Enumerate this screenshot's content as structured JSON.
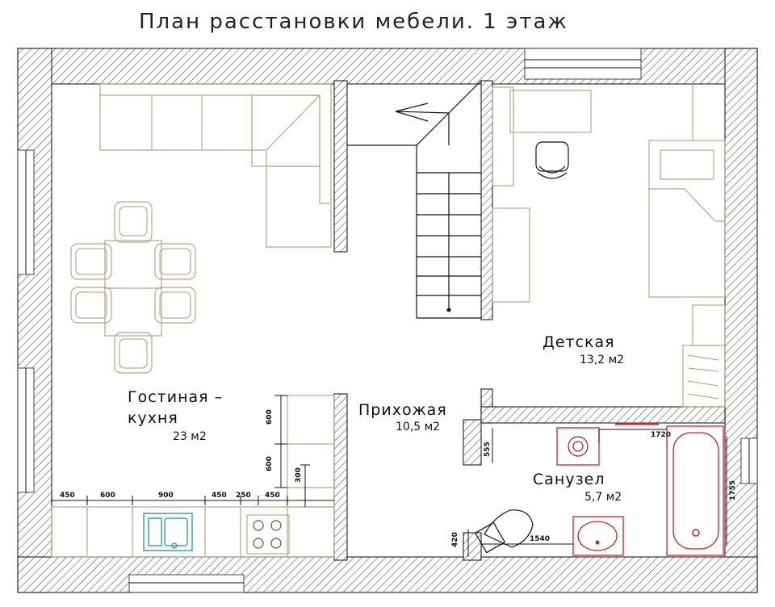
{
  "title": "План расстановки мебели. 1 этаж",
  "rooms": {
    "living": {
      "name_line1": "Гостиная –",
      "name_line2": "кухня",
      "area": "23 м2"
    },
    "hall": {
      "name": "Прихожая",
      "area": "10,5 м2"
    },
    "kids": {
      "name": "Детская",
      "area": "13,2 м2"
    },
    "bath": {
      "name": "Санузел",
      "area": "5,7 м2"
    }
  },
  "dimensions": {
    "kitchen_run": [
      "450",
      "600",
      "900",
      "450",
      "250",
      "450"
    ],
    "cabinet_v1": "600",
    "cabinet_v2": "600",
    "cabinet_v3": "300",
    "bath_top": "1720",
    "bath_side": "1755",
    "bath_left": "555",
    "bath_bottom": "1540",
    "bath_low": "420"
  },
  "colors": {
    "furniture": "#b3a684",
    "plumbing": "#c8242a",
    "sink": "#3fa6a0"
  }
}
